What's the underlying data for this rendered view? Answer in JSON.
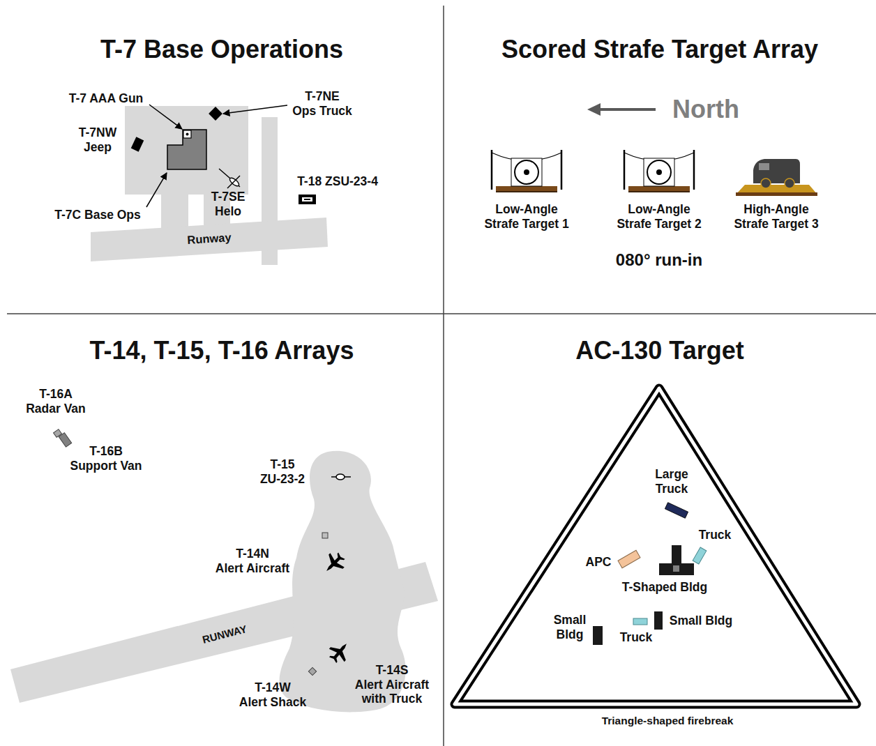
{
  "diagram": {
    "nodes": [
      {
        "text": [
          "T-7 Base Operations"
        ]
      },
      {
        "text": [
          "Scored Strafe Target Array"
        ]
      },
      {
        "text": [
          "T-14, T-15, T-16 Arrays"
        ]
      },
      {
        "text": [
          "AC-130 Target"
        ]
      },
      {
        "text": [
          "Triangle-shaped firebreak"
        ],
        "in": 3
      }
    ],
    "labels": [
      "T-7 AAA Gun",
      "T-7NE Ops Truck",
      "T-7NW Jeep",
      "T-7C Base Ops",
      "T-7SE Helo",
      "T-18 ZSU-23-4",
      "Runway",
      "North",
      "Low-Angle Strafe Target 1",
      "Low-Angle Strafe Target 2",
      "High-Angle Strafe Target 3",
      "080° run-in",
      "T-16A Radar Van",
      "T-16B Support Van",
      "T-15 ZU-23-2",
      "T-14N Alert Aircraft",
      "RUNWAY",
      "T-14W Alert Shack",
      "T-14S Alert Aircraft with Truck",
      "Large Truck",
      "Truck",
      "APC",
      "T-Shaped Bldg",
      "Small Bldg",
      "Truck",
      "Small Bldg"
    ]
  }
}
